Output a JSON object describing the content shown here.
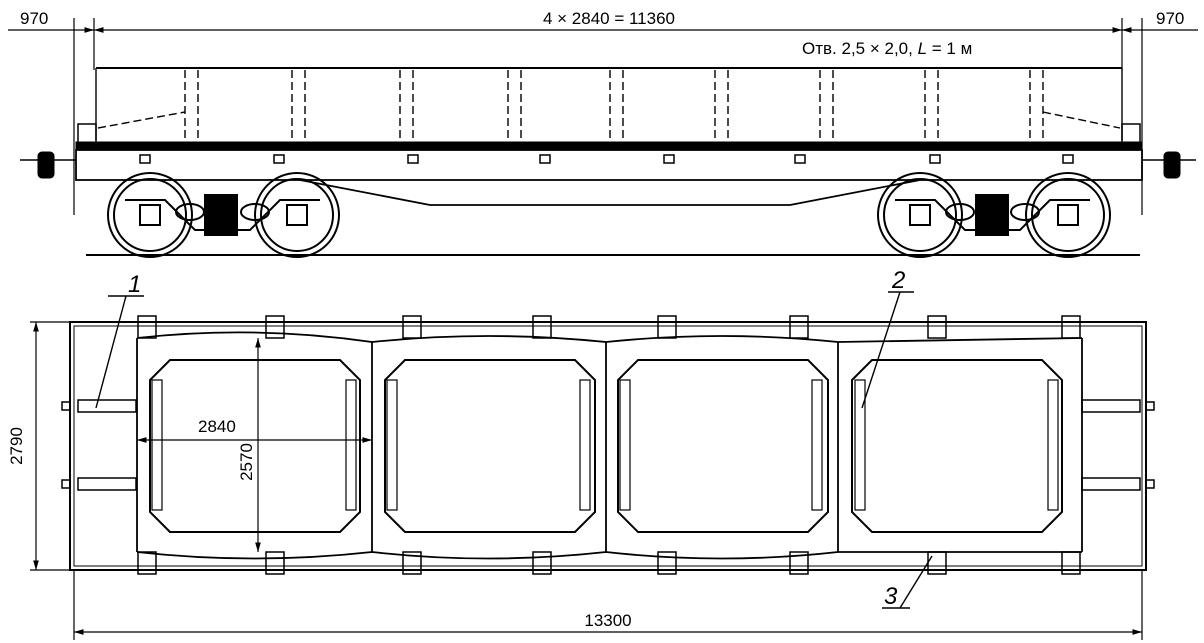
{
  "dimensions": {
    "left_overhang": "970",
    "right_overhang": "970",
    "span_total": "4 × 2840 = 11360",
    "bay_length": "2840",
    "bay_width": "2570",
    "overall_width": "2790",
    "overall_length": "13300"
  },
  "note": {
    "prefix": "Отв. 2,5 × 2,0, ",
    "italic": "L",
    "suffix": " = 1 м"
  },
  "callouts": [
    "1",
    "2",
    "3"
  ],
  "colors": {
    "ink": "#000000",
    "paper": "#ffffff"
  }
}
